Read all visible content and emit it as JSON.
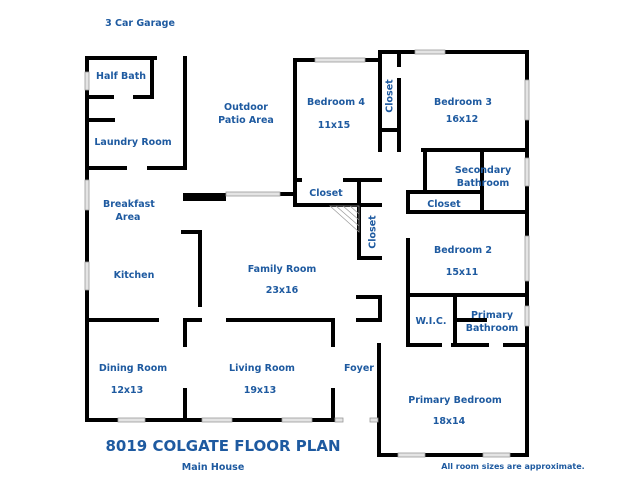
{
  "header": {
    "garage_label": "3 Car Garage"
  },
  "rooms": {
    "half_bath": "Half Bath",
    "laundry": "Laundry Room",
    "patio": "Outdoor Patio Area",
    "breakfast": "Breakfast Area",
    "kitchen": "Kitchen",
    "family_room": {
      "name": "Family Room",
      "size": "23x16"
    },
    "dining_room": {
      "name": "Dining Room",
      "size": "12x13"
    },
    "living_room": {
      "name": "Living Room",
      "size": "19x13"
    },
    "foyer": "Foyer",
    "bedroom4": {
      "name": "Bedroom 4",
      "size": "11x15"
    },
    "bedroom4_closet": "Closet",
    "hall_closet": "Closet",
    "bedroom3_closet": "Closet",
    "bedroom3": {
      "name": "Bedroom 3",
      "size": "16x12"
    },
    "secondary_bath": "Secondary Bathroom",
    "bedroom2_closet": "Closet",
    "bedroom2": {
      "name": "Bedroom 2",
      "size": "15x11"
    },
    "wic": "W.I.C.",
    "primary_bath": "Primary Bathroom",
    "primary_bedroom": {
      "name": "Primary Bedroom",
      "size": "18x14"
    }
  },
  "footer": {
    "title": "8019 COLGATE FLOOR PLAN",
    "subtitle": "Main House",
    "note": "All room sizes are approximate."
  },
  "colors": {
    "label": "#1e5aa0",
    "wall": "#000000"
  }
}
